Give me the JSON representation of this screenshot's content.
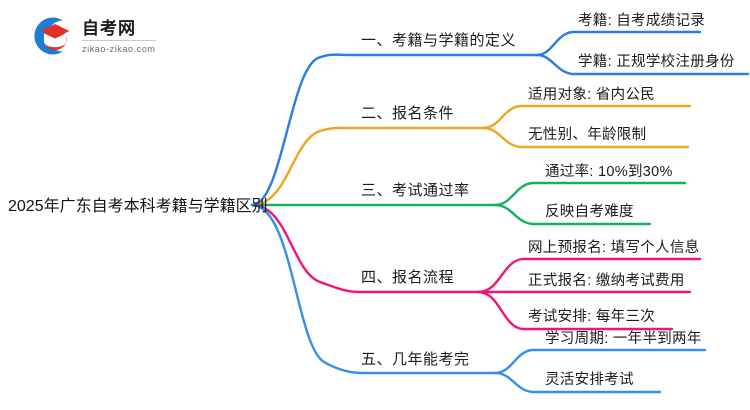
{
  "logo": {
    "title": "自考网",
    "domain": "zikao-zikao.com",
    "mark_icon": "graduation-cap-icon",
    "arc_color": "#1a7fd4",
    "cap_color": "#e03028"
  },
  "mindmap": {
    "root": {
      "label": "2025年广东自考本科考籍与学籍区别"
    },
    "branches": [
      {
        "label": "一、考籍与学籍的定义",
        "color": "#2a7de1",
        "children": [
          {
            "label": "考籍: 自考成绩记录"
          },
          {
            "label": "学籍: 正规学校注册身份"
          }
        ]
      },
      {
        "label": "二、报名条件",
        "color": "#efa41c",
        "children": [
          {
            "label": "适用对象: 省内公民"
          },
          {
            "label": "无性别、年龄限制"
          }
        ]
      },
      {
        "label": "三、考试通过率",
        "color": "#16b05c",
        "children": [
          {
            "label": "通过率: 10%到30%"
          },
          {
            "label": "反映自考难度"
          }
        ]
      },
      {
        "label": "四、报名流程",
        "color": "#f2147a",
        "children": [
          {
            "label": "网上预报名: 填写个人信息"
          },
          {
            "label": "正式报名: 缴纳考试费用"
          },
          {
            "label": "考试安排: 每年三次"
          }
        ]
      },
      {
        "label": "五、几年能考完",
        "color": "#3191e8",
        "children": [
          {
            "label": "学习周期: 一年半到两年"
          },
          {
            "label": "灵活安排考试"
          }
        ]
      }
    ]
  }
}
